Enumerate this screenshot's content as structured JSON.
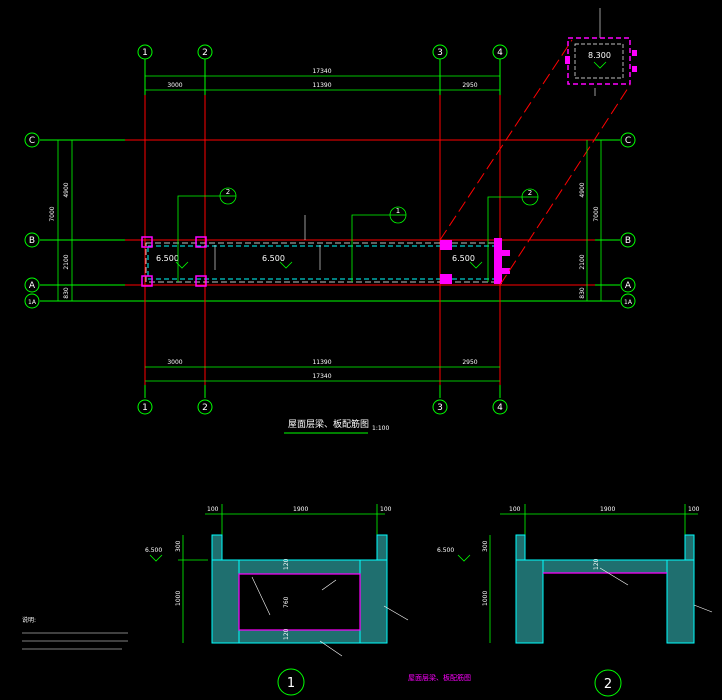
{
  "drawing": {
    "main_plan_title": "屋面层梁、板配筋图",
    "main_plan_scale": "1:100",
    "bottom_title": "屋面层梁、板配筋图"
  },
  "axes": {
    "col_1": "1",
    "col_2": "2",
    "col_3": "3",
    "col_4": "4",
    "row_c": "C",
    "row_b": "B",
    "row_a": "A",
    "row_1a": "1A"
  },
  "dimensions": {
    "total": "17340",
    "span_1_2": "3000",
    "span_2_3": "11390",
    "span_3_4": "2950",
    "vert_outer": "7000",
    "vert_cb": "4900",
    "vert_ba": "2100",
    "vert_a1a": "830"
  },
  "levels": {
    "left": "6.500",
    "mid": "6.500",
    "right": "6.500",
    "detail_top": "8.300",
    "sec1": "6.500",
    "sec2": "6.500"
  },
  "section_marks": {
    "z_left": "2",
    "z_mid": "1",
    "z_right": "2",
    "bottom_1": "1",
    "bottom_2": "2"
  },
  "section_1": {
    "dim_left": "100",
    "dim_mid": "1900",
    "dim_right": "100",
    "h_top": "300",
    "h_body": "1000",
    "h_inner_a": "120",
    "h_inner_b": "760",
    "h_inner_c": "120"
  },
  "section_2": {
    "dim_left": "100",
    "dim_mid": "1900",
    "dim_right": "100",
    "h_top": "300",
    "h_body": "1000",
    "h_inner": "120"
  },
  "notes": {
    "heading": "说明:"
  }
}
